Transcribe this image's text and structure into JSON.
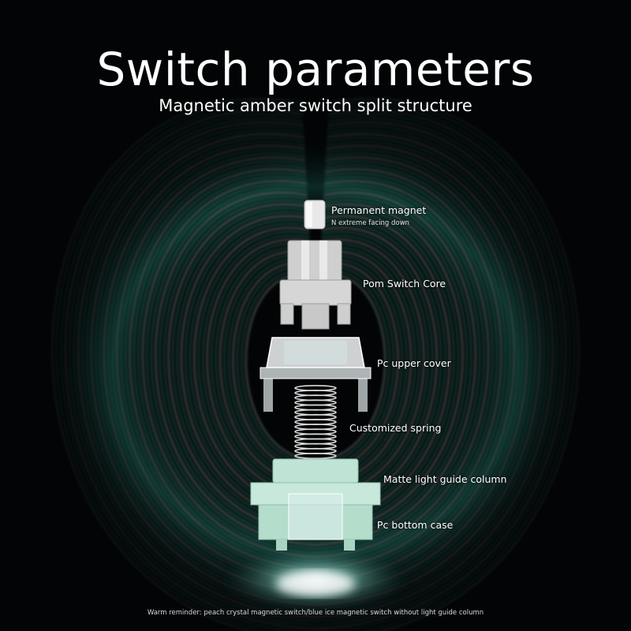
{
  "title": "Switch parameters",
  "subtitle": "Magnetic amber switch split structure",
  "components": [
    {
      "name": "Permanent magnet",
      "note": "N extreme facing down"
    },
    {
      "name": "Pom Switch Core"
    },
    {
      "name": "Pc upper cover"
    },
    {
      "name": "Customized spring"
    },
    {
      "name": "Matte light guide column"
    },
    {
      "name": "Pc bottom case"
    }
  ],
  "footer_note": "Warm reminder: peach crystal magnetic switch/blue ice magnetic switch without light guide column",
  "colors": {
    "background": "#020405",
    "glow": "#48c8b4",
    "bottom_case": "#bfe3d4",
    "core": "#d6d6d6",
    "text": "#ffffff"
  }
}
